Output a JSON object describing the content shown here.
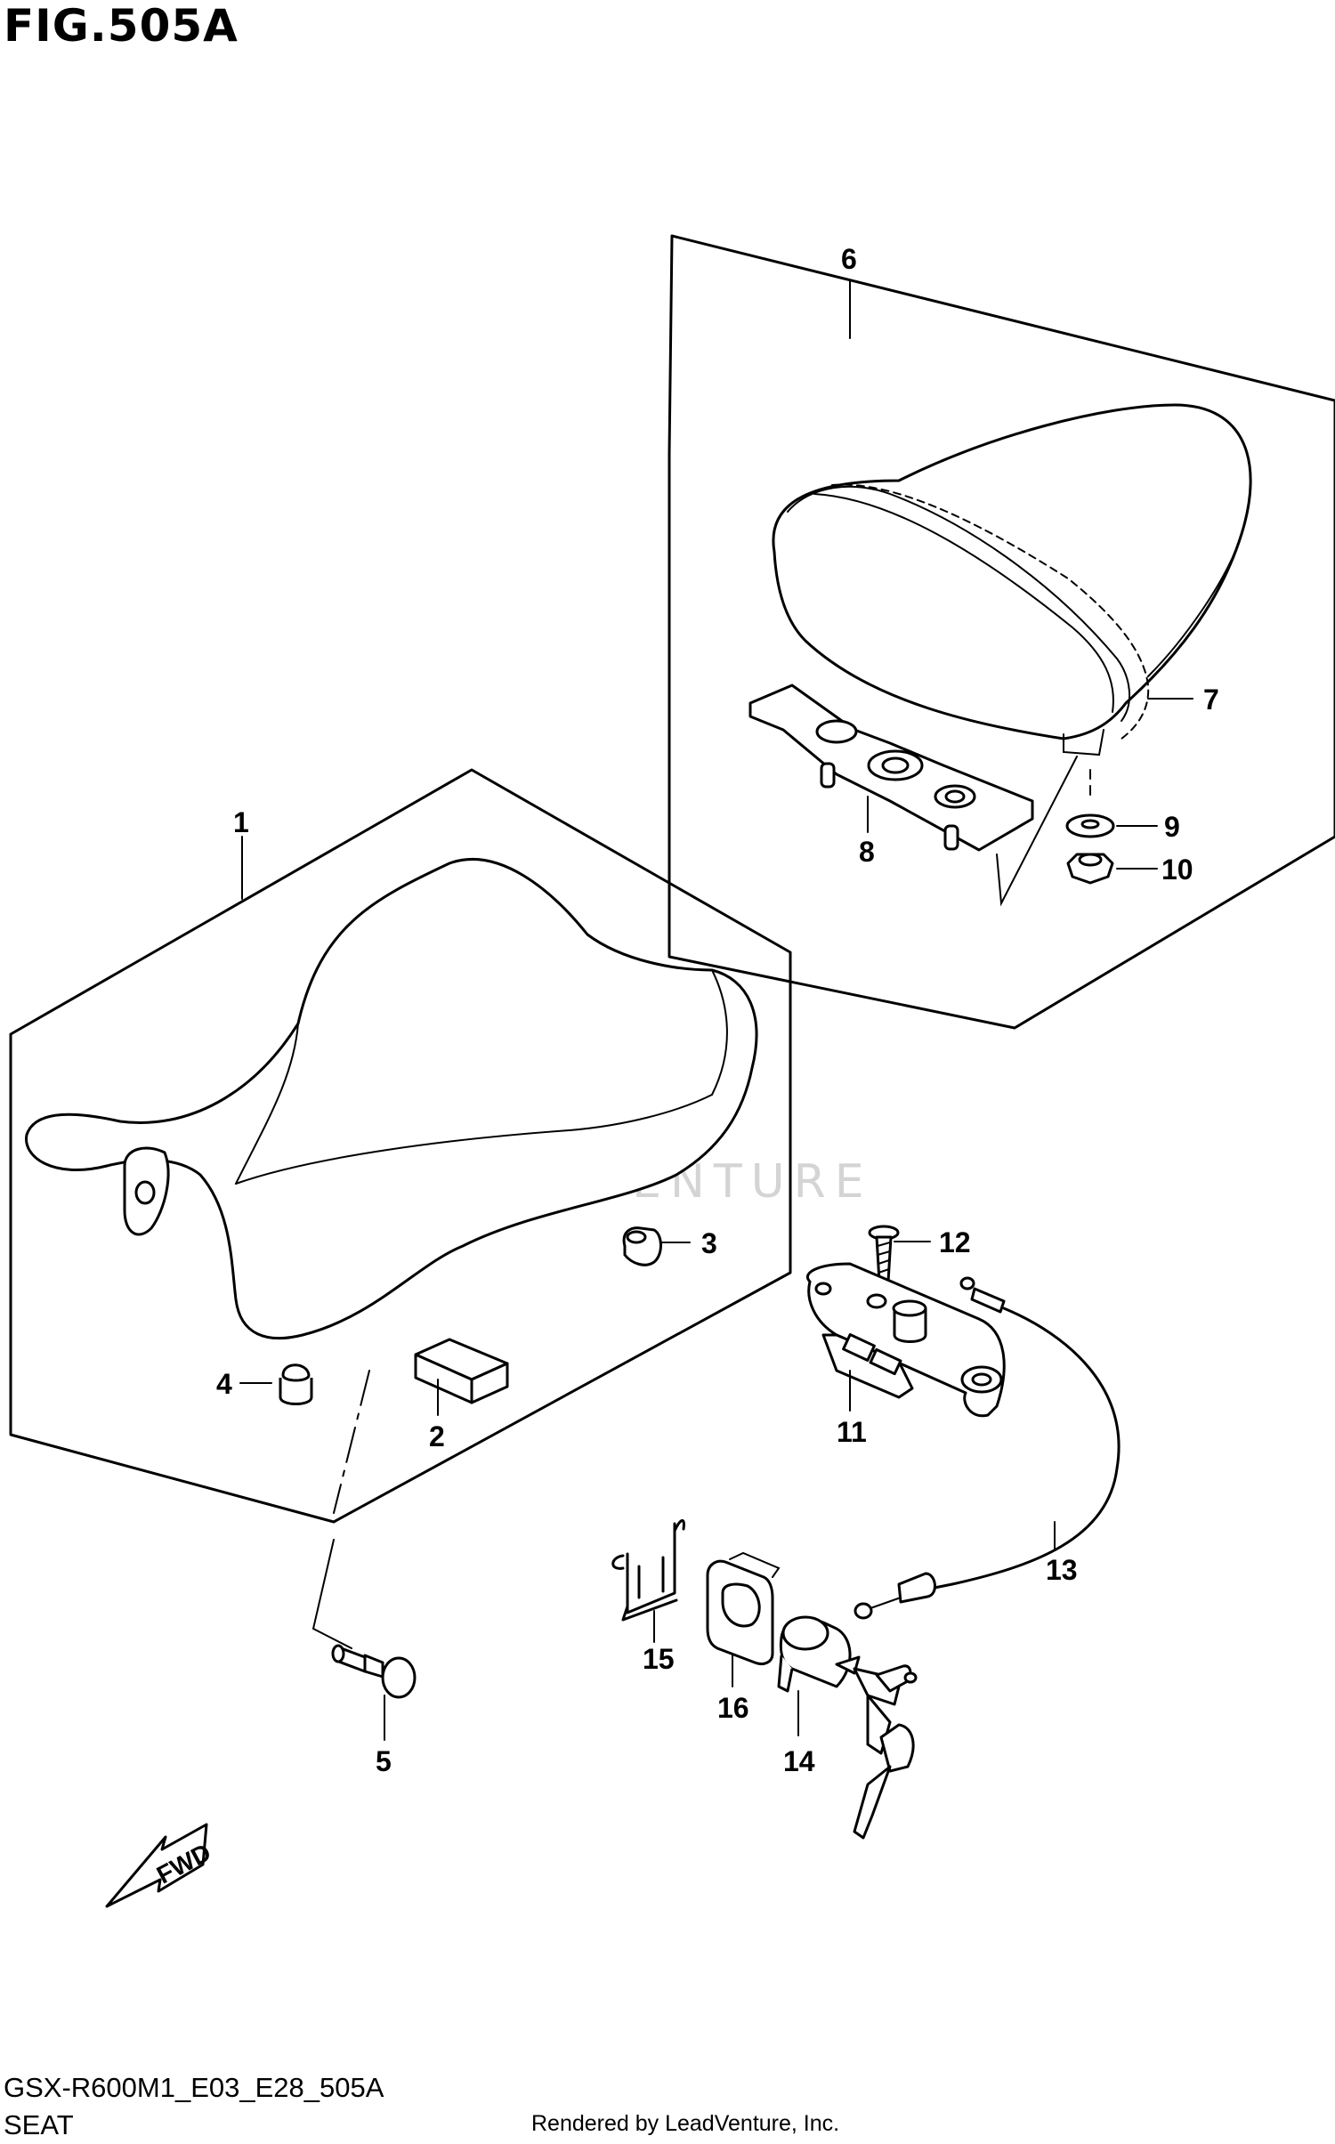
{
  "figure_title": "FIG.505A",
  "footer": {
    "model_code": "GSX-R600M1_E03_E28_505A",
    "section_name": "SEAT",
    "render_credit": "Rendered by LeadVenture, Inc."
  },
  "watermark": "LEADVENTURE",
  "direction_arrow": "FWD",
  "callouts": {
    "c1": "1",
    "c2": "2",
    "c3": "3",
    "c4": "4",
    "c5": "5",
    "c6": "6",
    "c7": "7",
    "c8": "8",
    "c9": "9",
    "c10": "10",
    "c11": "11",
    "c12": "12",
    "c13": "13",
    "c14": "14",
    "c15": "15",
    "c16": "16"
  }
}
